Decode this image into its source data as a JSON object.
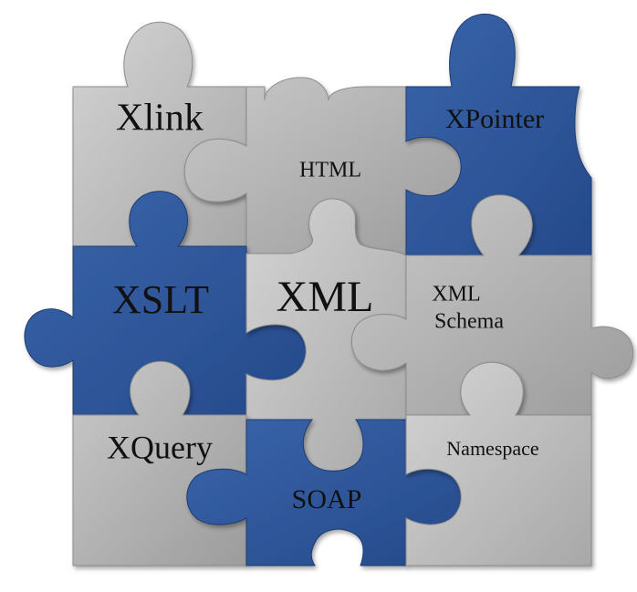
{
  "diagram": {
    "pieces": [
      {
        "id": "xlink",
        "label": "Xlink",
        "style": "gray"
      },
      {
        "id": "html",
        "label": "HTML",
        "style": "gray"
      },
      {
        "id": "xpointer",
        "label": "XPointer",
        "style": "blue"
      },
      {
        "id": "xslt",
        "label": "XSLT",
        "style": "blue"
      },
      {
        "id": "xml",
        "label": "XML",
        "style": "gray"
      },
      {
        "id": "xml-schema",
        "label_line1": "XML",
        "label_line2": "Schema",
        "style": "gray"
      },
      {
        "id": "xquery",
        "label": "XQuery",
        "style": "gray"
      },
      {
        "id": "soap",
        "label": "SOAP",
        "style": "blue"
      },
      {
        "id": "namespace",
        "label": "Namespace",
        "style": "gray"
      }
    ]
  },
  "colors": {
    "blue": "#2e5597",
    "blue_dark": "#223f74",
    "gray": "#bcbcbc",
    "gray_dark": "#a9a9a9",
    "edge": "#8a8a8a"
  }
}
